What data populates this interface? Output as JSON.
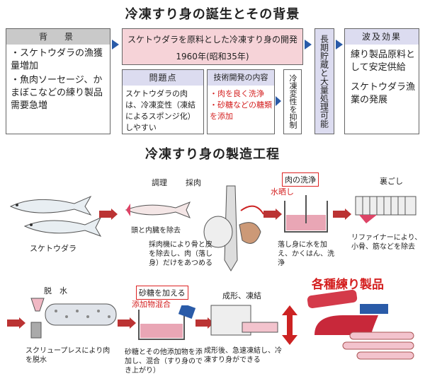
{
  "top_title": "冷凍すり身の誕生とその背景",
  "background": {
    "header": "背　景",
    "items": [
      "・スケトウダラの漁獲量増加",
      "・魚肉ソーセージ、かまぼこなどの練り製品需要急増"
    ]
  },
  "development": {
    "title": "スケトウダラを原料とした冷凍すり身の開発",
    "year": "1960年(昭和35年)"
  },
  "problem": {
    "header": "問題点",
    "text": "スケトウダラの肉は、冷凍変性（凍結によるスポンジ化）しやすい"
  },
  "tech": {
    "header": "技術開発の内容",
    "items": [
      "・肉を良く洗浄",
      "・砂糖などの糖類を添加"
    ]
  },
  "suppress": "冷凍変性を抑制",
  "long_storage": "長期貯蔵と大量処理可能",
  "effects": {
    "header": "波及効果",
    "items": [
      "練り製品原料として安定供給",
      "スケトウダラ漁業の発展"
    ]
  },
  "process_title": "冷凍すり身の製造工程",
  "steps": {
    "fish": "スケトウダラ",
    "prep": "調理",
    "prep_desc": "頭と内臓を除去",
    "mince": "採肉",
    "mince_desc": "採肉機により骨と皮を除去し、肉（落し身）だけをあつめる",
    "wash": "肉の洗浄",
    "wash_sub": "水晒し",
    "wash_desc": "落し身に水を加え、かくはん、洗浄",
    "strain": "裏ごし",
    "strain_desc": "リファイナーにより、小骨、筋などを除去",
    "dewater": "脱　水",
    "dewater_desc": "スクリュープレスにより肉を脱水",
    "sugar": "砂糖を加える",
    "mix": "添加物混合",
    "mix_desc": "砂糖とその他添加物を添加し、混合（すり身のでき上がり）",
    "form": "成形、凍結",
    "form_desc": "成形後、急速凍結し、冷凍すり身ができる",
    "products": "各種練り製品"
  }
}
